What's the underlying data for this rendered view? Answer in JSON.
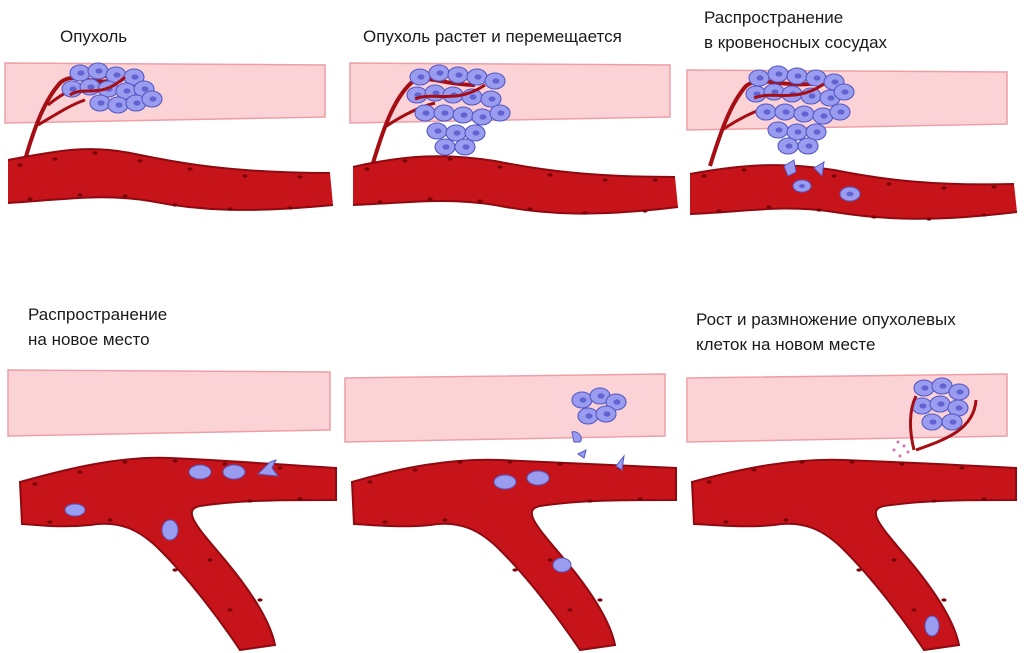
{
  "panels": [
    {
      "caption": [
        "Опухоль"
      ]
    },
    {
      "caption": [
        "Опухоль растет и перемещается"
      ]
    },
    {
      "caption": [
        "Распространение",
        "в кровеносных сосудах"
      ]
    },
    {
      "caption": [
        "Распространение",
        "на новое место"
      ]
    },
    {
      "caption": []
    },
    {
      "caption": [
        "Рост и размножение опухолевых",
        "клеток на новом месте"
      ]
    }
  ],
  "colors": {
    "tissue_fill": "#fbd3d6",
    "tissue_stroke": "#ee9fa6",
    "vessel_red": "#c7141b",
    "vessel_dark": "#8e0a10",
    "tumor_cell": "#9a9cf0",
    "tumor_outline": "#5457c4",
    "tumor_nucleus": "#6063d0"
  }
}
